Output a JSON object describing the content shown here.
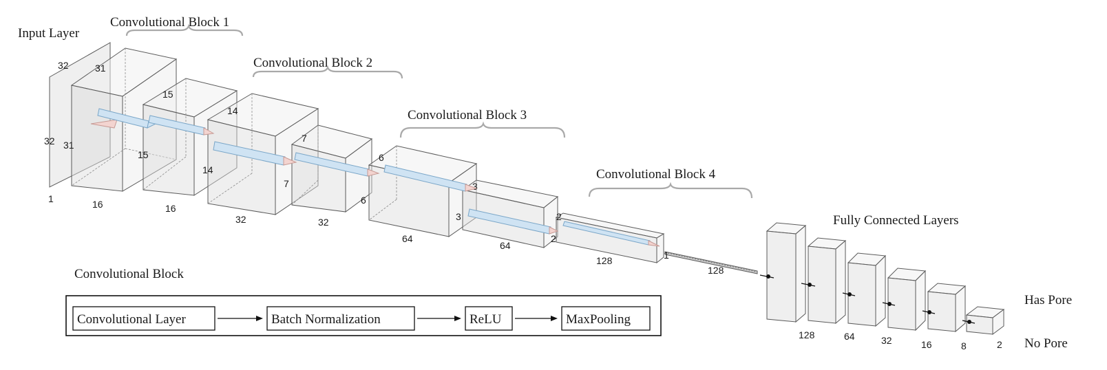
{
  "titles": {
    "input_layer": "Input Layer",
    "block1": "Convolutional Block 1",
    "block2": "Convolutional Block 2",
    "block3": "Convolutional Block 3",
    "block4": "Convolutional Block 4",
    "fc": "Fully Connected Layers",
    "legend": "Convolutional Block"
  },
  "dims": {
    "input": {
      "h": "32",
      "w": "32",
      "d": "1"
    },
    "c1": {
      "a": "31",
      "b": "31",
      "d": "16"
    },
    "p1": {
      "a": "15",
      "b": "15",
      "d": "16"
    },
    "c2": {
      "a": "14",
      "b": "14",
      "d": "32"
    },
    "p2": {
      "a": "7",
      "b": "7",
      "d": "32"
    },
    "c3": {
      "a": "6",
      "b": "6",
      "d": "64"
    },
    "p3": {
      "a": "3",
      "b": "3",
      "d": "64"
    },
    "c4": {
      "a": "2",
      "b": "2",
      "d": "128"
    },
    "p4": {
      "a": "1",
      "d": "128"
    }
  },
  "fc_units": [
    "128",
    "64",
    "32",
    "16",
    "8",
    "2"
  ],
  "outputs": {
    "has_pore": "Has Pore",
    "no_pore": "No Pore"
  },
  "legend_steps": [
    "Convolutional Layer",
    "Batch Normalization",
    "ReLU",
    "MaxPooling"
  ]
}
